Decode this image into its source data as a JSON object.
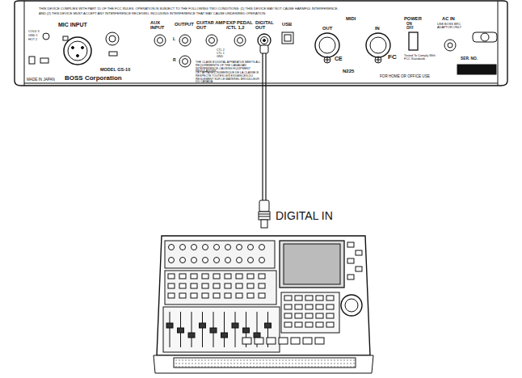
{
  "diagram": {
    "labels": [
      "THIS DEVICE COMPLIES WITH PART 15 OF THE FCC RULES. OPERATION IS SUBJECT TO THE FOLLOWING TWO CONDITIONS: (1) THIS DEVICE MAY NOT CAUSE HARMFUL INTERFERENCE,",
      "AND (2) THIS DEVICE MUST ACCEPT ANY INTERFERENCE RECEIVED, INCLUDING INTERFERENCE THAT MAY CAUSE UNDESIRED OPERATION.",
      "MIC INPUT",
      "COLD 3",
      "GND 1",
      "HOT 2",
      "AUX INPUT",
      "L",
      "R",
      "OUTPUT",
      "GUITAR AMP OUT",
      "EXP PEDAL /CTL 1,2",
      "CTL 2",
      "CTL 1",
      "GND",
      "DIGITAL OUT",
      "USB",
      "MIDI",
      "OUT",
      "IN",
      "POWER",
      "ON",
      "OFF",
      "AC IN",
      "USE BOSS BRC ADAPTOR ONLY",
      "MODEL GS-10",
      "MADE IN JAPAN",
      "BOSS Corporation",
      "THE CLASS B DIGITAL APPARATUS MEETS ALL REQUIREMENTS OF THE CANADIAN INTERFERENCE-CAUSING EQUIPMENT REGULATIONS.",
      "CET APPAREIL NUMERIQUE DE LA CLASSE B RESPECTE TOUTES LES EXIGENCES DU REGLEMENT SUR LE MATERIEL BROUILLEUR DU CANADA.",
      "CE",
      "FC",
      "N225",
      "Tested To Comply With FCC Standards",
      "FOR HOME OR OFFICE USE",
      "SER. NO.",
      "DIGITAL IN"
    ]
  }
}
